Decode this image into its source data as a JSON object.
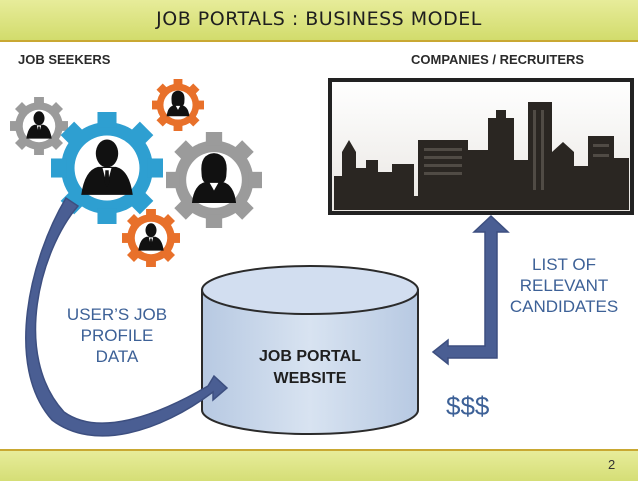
{
  "slide": {
    "title": "JOB PORTALS : BUSINESS MODEL",
    "page_number": "2"
  },
  "labels": {
    "job_seekers": "JOB SEEKERS",
    "companies": "COMPANIES / RECRUITERS",
    "profile_data": [
      "USER’S JOB",
      "PROFILE",
      "DATA"
    ],
    "database": [
      "JOB PORTAL",
      "WEBSITE"
    ],
    "candidates": [
      "LIST OF",
      "RELEVANT",
      "CANDIDATES"
    ],
    "money": "$$$"
  },
  "colors": {
    "gear_blue": "#2e9fd1",
    "gear_orange": "#e8702a",
    "gear_gray": "#9b9b9b",
    "arrow": "#4a5e93",
    "database_fill": "#c9d7ea",
    "text_blue": "#3d6197"
  },
  "icons": [
    "gear-icon",
    "person-silhouette-icon",
    "city-skyline-image",
    "database-cylinder-icon"
  ]
}
